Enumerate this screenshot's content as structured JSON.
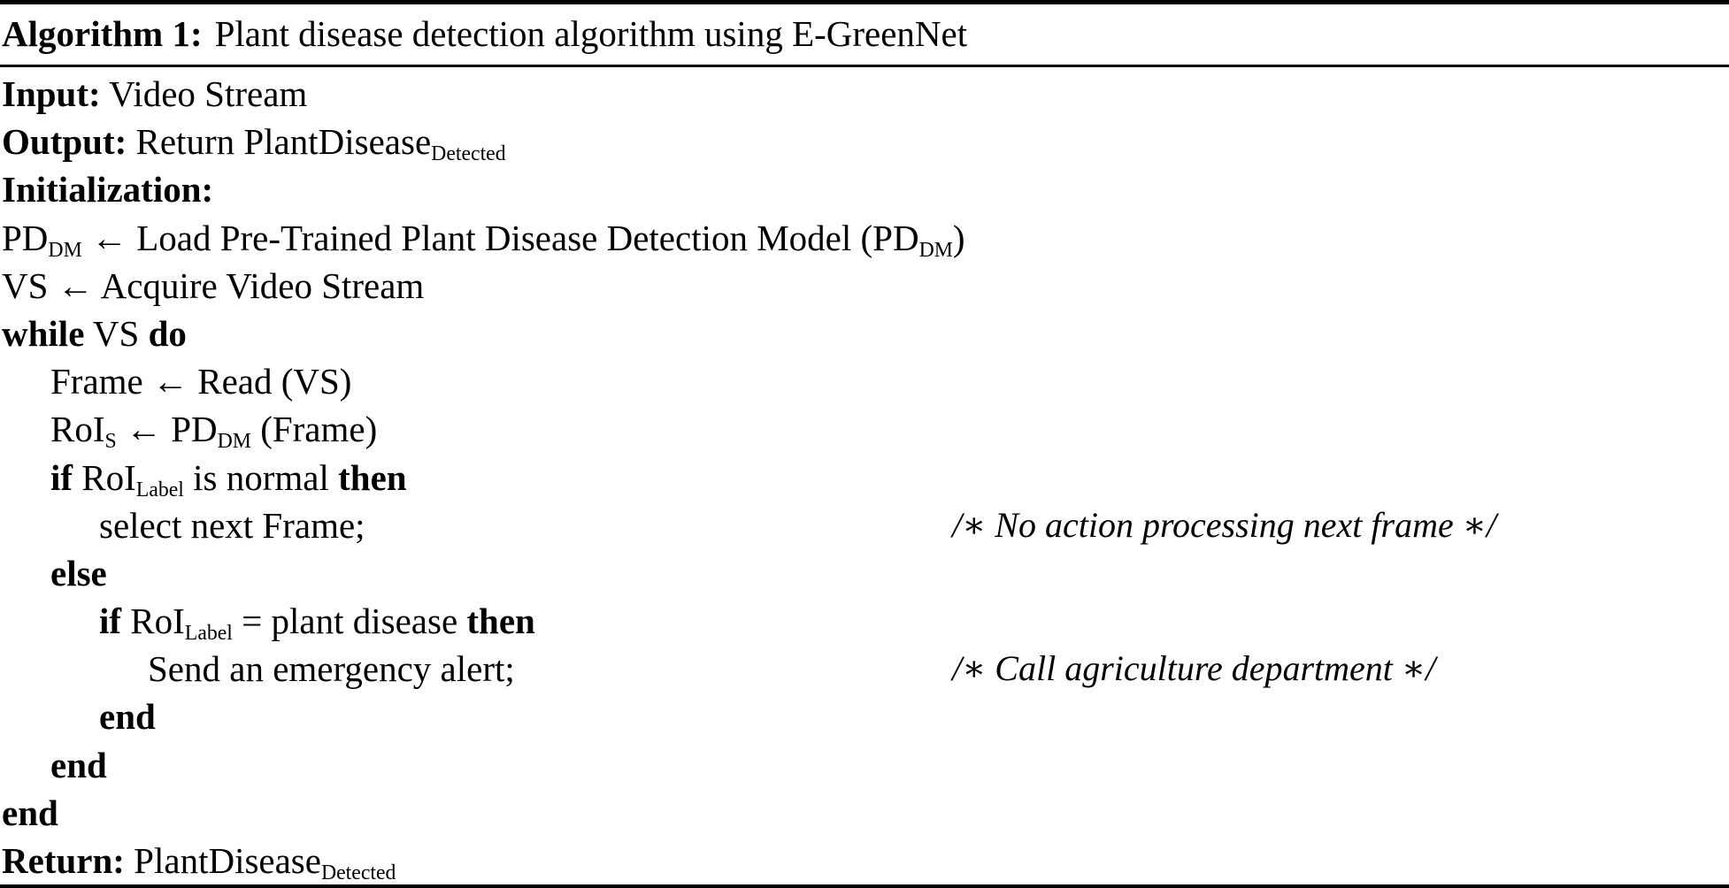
{
  "header": {
    "label": "Algorithm 1:",
    "title": "Plant disease detection algorithm using E-GreenNet"
  },
  "symbols": {
    "arrow_left": "←",
    "comment_open": "/∗",
    "comment_close": "∗/",
    "equals": "="
  },
  "lines": [
    {
      "id": "input",
      "indent": 0,
      "keyword": "Input:",
      "text": " Video Stream"
    },
    {
      "id": "output",
      "indent": 0,
      "keyword": "Output:",
      "text": " Return PlantDisease",
      "sub": "Detected"
    },
    {
      "id": "initialization",
      "indent": 0,
      "keyword": "Initialization:",
      "text": ""
    },
    {
      "id": "load-model",
      "indent": 0,
      "pre": "PD",
      "pre_sub": "DM",
      "mid": " ← Load Pre-Trained Plant Disease Detection Model (PD",
      "mid_sub": "DM",
      "post": ")"
    },
    {
      "id": "acquire-stream",
      "indent": 0,
      "text": "VS ← Acquire Video Stream"
    },
    {
      "id": "while-vs",
      "indent": 0,
      "kw_start": "while",
      "text": " VS ",
      "kw_end": "do"
    },
    {
      "id": "read-frame",
      "indent": 1,
      "text": "Frame ← Read (VS)"
    },
    {
      "id": "detect-rois",
      "indent": 1,
      "pre": "RoI",
      "pre_sub": "S",
      "mid": " ← PD",
      "mid_sub": "DM",
      "post": " (Frame)"
    },
    {
      "id": "if-normal",
      "indent": 1,
      "kw_start": "if",
      "pre": " RoI",
      "pre_sub": "Label",
      "mid": " is normal ",
      "kw_end": "then"
    },
    {
      "id": "select-next-frame",
      "indent": 2,
      "text": "select next Frame;",
      "comment": "/∗ No action processing next frame ∗/"
    },
    {
      "id": "else",
      "indent": 1,
      "kw_start": "else",
      "text": ""
    },
    {
      "id": "if-plant-disease",
      "indent": 2,
      "kw_start": "if",
      "pre": " RoI",
      "pre_sub": "Label",
      "mid": " = plant disease ",
      "kw_end": "then"
    },
    {
      "id": "send-alert",
      "indent": 3,
      "text": "Send an emergency alert;",
      "comment": "/∗ Call agriculture department ∗/"
    },
    {
      "id": "end-inner-if",
      "indent": 2,
      "kw_start": "end",
      "text": ""
    },
    {
      "id": "end-outer-if",
      "indent": 1,
      "kw_start": "end",
      "text": ""
    },
    {
      "id": "end-while",
      "indent": 0,
      "kw_start": "end",
      "text": ""
    },
    {
      "id": "return",
      "indent": 0,
      "keyword": "Return:",
      "text": " PlantDisease",
      "sub": "Detected"
    }
  ]
}
